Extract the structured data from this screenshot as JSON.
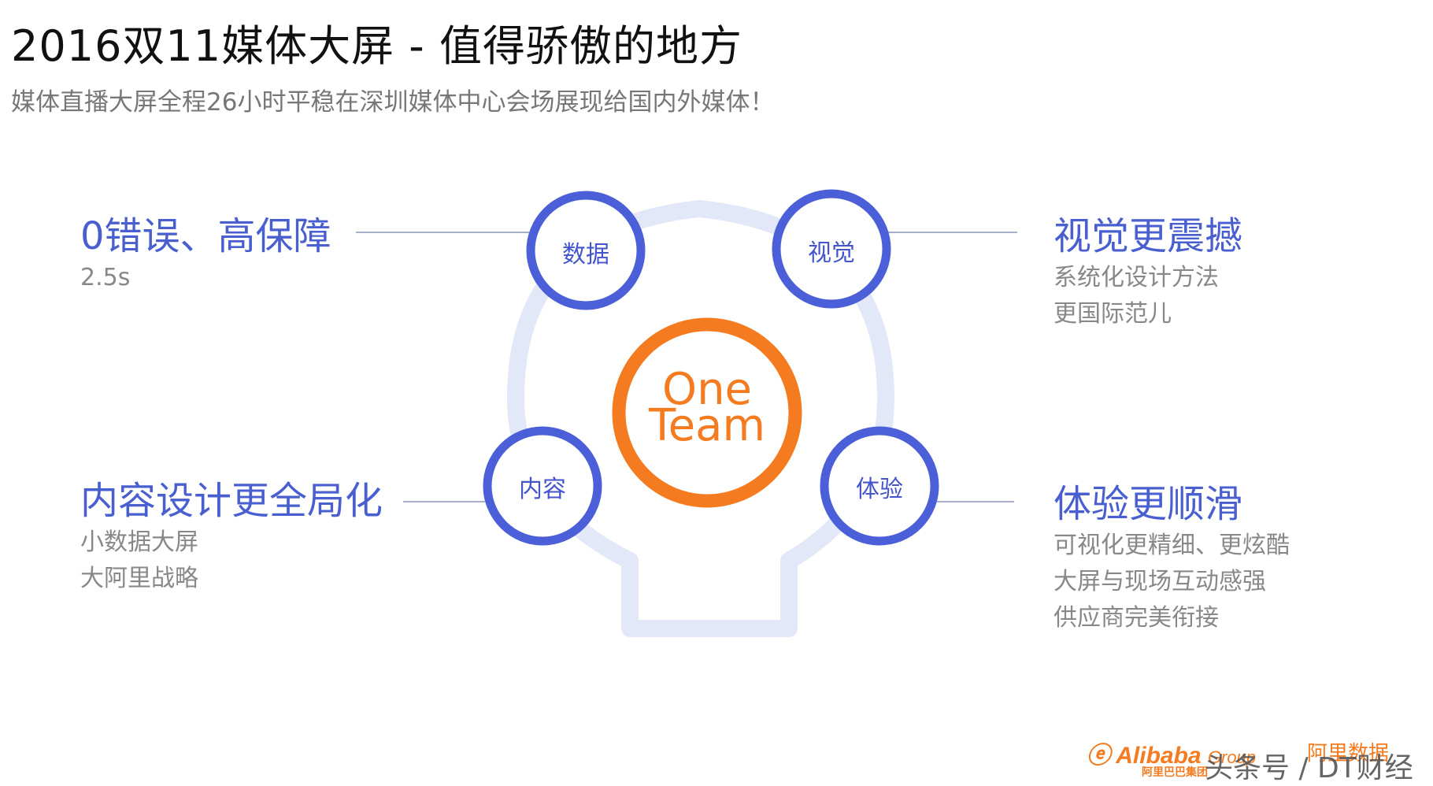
{
  "header": {
    "title": "2016双11媒体大屏 - 值得骄傲的地方",
    "subtitle": "媒体直播大屏全程26小时平稳在深圳媒体中心会场展现给国内外媒体！"
  },
  "diagram": {
    "center": {
      "line1": "One",
      "line2": "Team"
    },
    "nodes": {
      "data": "数据",
      "visual": "视觉",
      "content": "内容",
      "experience": "体验"
    },
    "colors": {
      "ring": "#4a5fd8",
      "center": "#f47b20",
      "outline": "#e3e8f8",
      "connector": "#8a93b8"
    }
  },
  "groups": {
    "top_left": {
      "heading": "0错误、高保障",
      "lines": [
        "2.5s"
      ]
    },
    "top_right": {
      "heading": "视觉更震撼",
      "lines": [
        "系统化设计方法",
        "更国际范儿"
      ]
    },
    "bottom_left": {
      "heading": "内容设计更全局化",
      "lines": [
        "小数据大屏",
        "大阿里战略"
      ]
    },
    "bottom_right": {
      "heading": "体验更顺滑",
      "lines": [
        "可视化更精细、更炫酷",
        "大屏与现场互动感强",
        "供应商完美衔接"
      ]
    }
  },
  "footer": {
    "alibaba": "Alibaba",
    "group": "Group",
    "alibaba_cn": "阿里巴巴集团",
    "watermark": "头条号 / DT财经",
    "data_logo": "阿里数据"
  }
}
